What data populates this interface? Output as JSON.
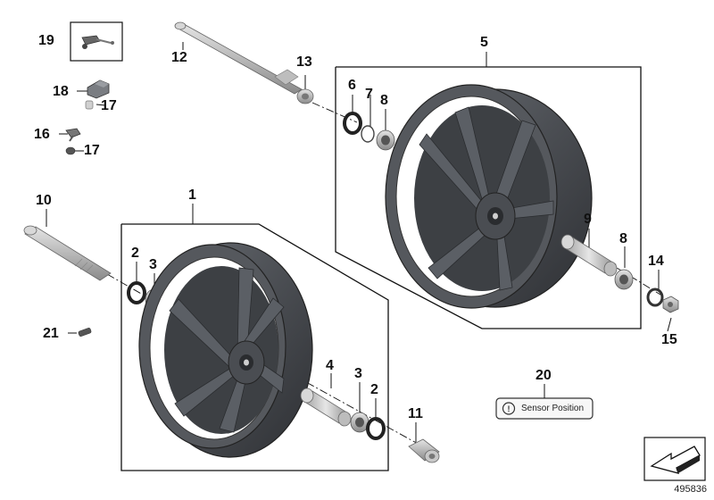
{
  "diagram": {
    "callouts": [
      {
        "id": "c19",
        "label": "19"
      },
      {
        "id": "c12",
        "label": "12"
      },
      {
        "id": "c13",
        "label": "13"
      },
      {
        "id": "c5",
        "label": "5"
      },
      {
        "id": "c6",
        "label": "6"
      },
      {
        "id": "c7",
        "label": "7"
      },
      {
        "id": "c8a",
        "label": "8"
      },
      {
        "id": "c18",
        "label": "18"
      },
      {
        "id": "c17a",
        "label": "17"
      },
      {
        "id": "c16",
        "label": "16"
      },
      {
        "id": "c17b",
        "label": "17"
      },
      {
        "id": "c10",
        "label": "10"
      },
      {
        "id": "c1",
        "label": "1"
      },
      {
        "id": "c9",
        "label": "9"
      },
      {
        "id": "c8b",
        "label": "8"
      },
      {
        "id": "c14",
        "label": "14"
      },
      {
        "id": "c15",
        "label": "15"
      },
      {
        "id": "c2a",
        "label": "2"
      },
      {
        "id": "c3a",
        "label": "3"
      },
      {
        "id": "c21",
        "label": "21"
      },
      {
        "id": "c4",
        "label": "4"
      },
      {
        "id": "c3b",
        "label": "3"
      },
      {
        "id": "c2b",
        "label": "2"
      },
      {
        "id": "c11",
        "label": "11"
      },
      {
        "id": "c20",
        "label": "20"
      }
    ],
    "sensor_label": "Sensor Position",
    "reference_number": "495836"
  }
}
